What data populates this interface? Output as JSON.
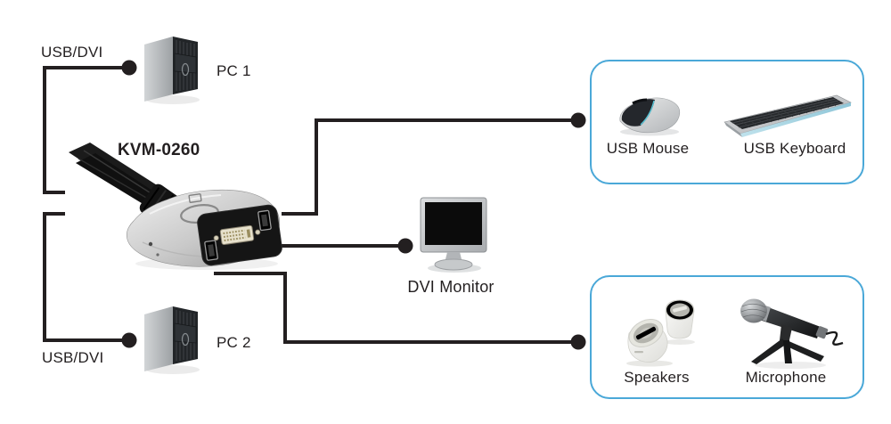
{
  "diagram": {
    "kvm": {
      "label": "KVM-0260"
    },
    "pc1": {
      "label": "PC 1",
      "connection_label": "USB/DVI"
    },
    "pc2": {
      "label": "PC 2",
      "connection_label": "USB/DVI"
    },
    "monitor": {
      "label": "DVI Monitor"
    },
    "console_group": {
      "items": [
        {
          "icon": "usb-mouse-icon",
          "label": "USB Mouse"
        },
        {
          "icon": "usb-keyboard-icon",
          "label": "USB Keyboard"
        }
      ]
    },
    "audio_group": {
      "items": [
        {
          "icon": "speakers-icon",
          "label": "Speakers"
        },
        {
          "icon": "microphone-icon",
          "label": "Microphone"
        }
      ]
    },
    "icons": [
      "pc-tower-icon",
      "kvm-switch-icon",
      "dvi-monitor-icon",
      "usb-mouse-icon",
      "usb-keyboard-icon",
      "speakers-icon",
      "microphone-icon"
    ],
    "colors": {
      "background": "#ffffff",
      "connector_line": "#231f20",
      "text": "#231f20",
      "group_border": "#4aa8d8"
    }
  }
}
